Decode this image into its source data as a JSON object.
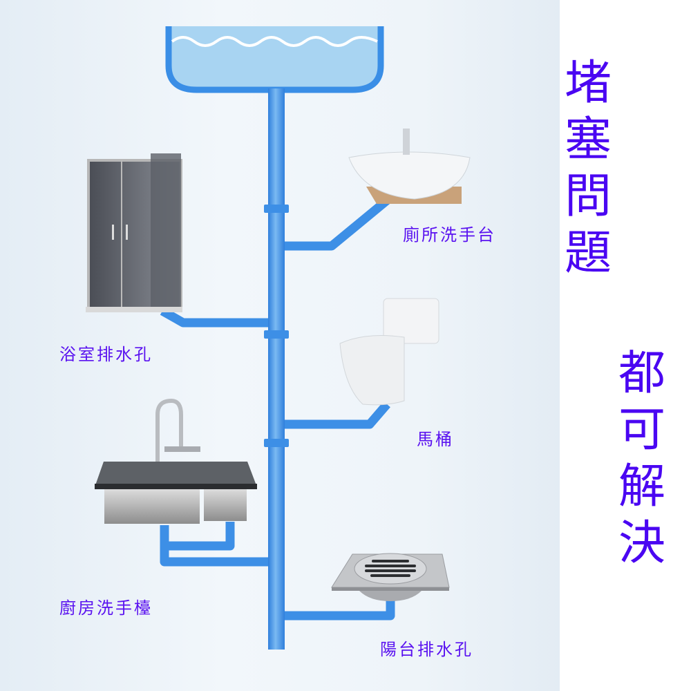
{
  "labels": {
    "bathroom_sink": "廁所洗手台",
    "shower_drain": "浴室排水孔",
    "toilet": "馬桶",
    "kitchen_sink": "廚房洗手檯",
    "balcony_drain": "陽台排水孔"
  },
  "headline": {
    "line1": "堵塞問題",
    "line2": "都可解決"
  },
  "colors": {
    "pipe": "#3d8fe6",
    "text": "#5a12f0",
    "water": "#8cc6ee"
  }
}
